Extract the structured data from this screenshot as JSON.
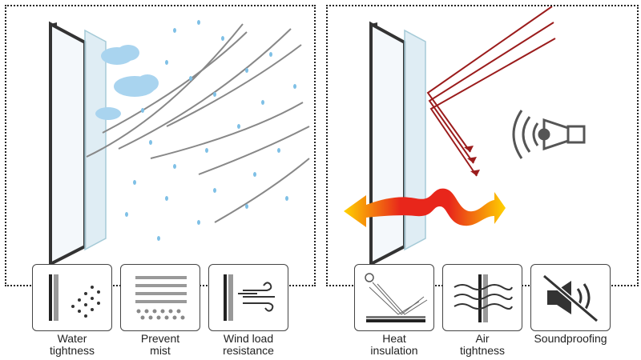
{
  "features": [
    {
      "id": "water-tightness",
      "lines": [
        "Water",
        "tightness"
      ],
      "icon": "water-drops-icon"
    },
    {
      "id": "prevent-mist",
      "lines": [
        "Prevent",
        "mist"
      ],
      "icon": "mist-icon"
    },
    {
      "id": "wind-load-resistance",
      "lines": [
        "Wind load",
        "resistance"
      ],
      "icon": "wind-icon"
    },
    {
      "id": "heat-insulation",
      "lines": [
        "Heat",
        "insulation"
      ],
      "icon": "sun-reflection-icon"
    },
    {
      "id": "air-tightness",
      "lines": [
        "Air",
        "tightness"
      ],
      "icon": "air-flow-icon"
    },
    {
      "id": "soundproofing",
      "lines": [
        "Soundproofing"
      ],
      "icon": "mute-speaker-icon"
    }
  ],
  "colors": {
    "frame": "#333333",
    "glass": "#cfe6f0",
    "cloud": "#a9d4ef",
    "rain": "#7fc0e6",
    "ray": "#9b1c1c",
    "heat_start": "#ffd200",
    "heat_mid": "#e8261b"
  }
}
